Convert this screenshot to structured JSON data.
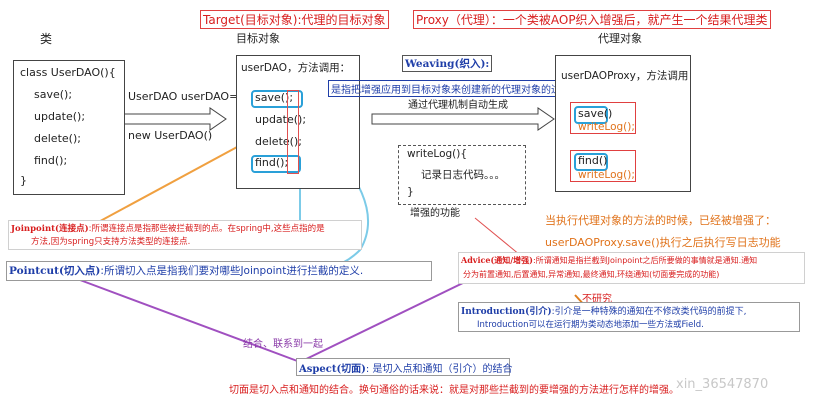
{
  "titles": {
    "class": "类",
    "target": "Target(目标对象):代理的目标对象",
    "target_obj": "目标对象",
    "proxy": "Proxy（代理）：一个类被AOP织入增强后，就产生一个结果代理类",
    "proxy_obj": "代理对象"
  },
  "classbox": {
    "lines": [
      "class UserDAO(){",
      "save();",
      "update();",
      "delete();",
      "find();",
      "}"
    ]
  },
  "assign": {
    "line1": "UserDAO userDAO=",
    "line2": "new UserDAO()"
  },
  "target_box": {
    "header": "userDAO，方法调用：",
    "methods": [
      "save();",
      "update();",
      "delete();",
      "find();"
    ]
  },
  "weaving": {
    "label": "Weaving(织入):",
    "desc": "是指把增强应用到目标对象来创建新的代理对象的过程。",
    "mech": "通过代理机制自动生成"
  },
  "proxy_box": {
    "header": "userDAOProxy，方法调用",
    "save": "save()",
    "writelog": "writeLog();",
    "find": "find()"
  },
  "advice_box": {
    "line1": "writeLog(){",
    "line2": "记录日志代码。。。",
    "line3": "}",
    "caption": "增强的功能"
  },
  "proxy_notes": {
    "line1": "当执行代理对象的方法的时候，已经被增强了：",
    "line2": "userDAOProxy.save()执行之后执行写日志功能"
  },
  "joinpoint": {
    "label": "Joinpoint(连接点)",
    "text1": ":所谓连接点是指那些被拦截到的点。在spring中,这些点指的是",
    "text2": "方法,因为spring只支持方法类型的连接点."
  },
  "pointcut": {
    "label": "Pointcut(切入点)",
    "text": ":所谓切入点是指我们要对哪些Joinpoint进行拦截的定义."
  },
  "advice": {
    "label": "Advice(通知/增强)",
    "text1": ":所谓通知是指拦截到Joinpoint之后所要做的事情就是通知.通知",
    "text2": "分为前置通知,后置通知,异常通知,最终通知,环绕通知(切面要完成的功能)"
  },
  "introduction": {
    "note": "不研究",
    "label": "Introduction(引介)",
    "text1": ":引介是一种特殊的通知在不修改类代码的前提下,",
    "text2": "Introduction可以在运行期为类动态地添加一些方法或Field."
  },
  "aspect": {
    "link": "结合、联系到一起",
    "label": "Aspect(切面)",
    "text": ": 是切入点和通知（引介）的结合",
    "desc": "切面是切入点和通知的结合。换句通俗的话来说：就是对那些拦截到的要增强的方法进行怎样的增强。"
  },
  "watermark": "xin_36547870",
  "colors": {
    "red": "#d81e1e",
    "blue": "#1f3ea8",
    "orange": "#e0721a",
    "purple": "#8a3aa8",
    "cyan": "#2aa0d8"
  }
}
